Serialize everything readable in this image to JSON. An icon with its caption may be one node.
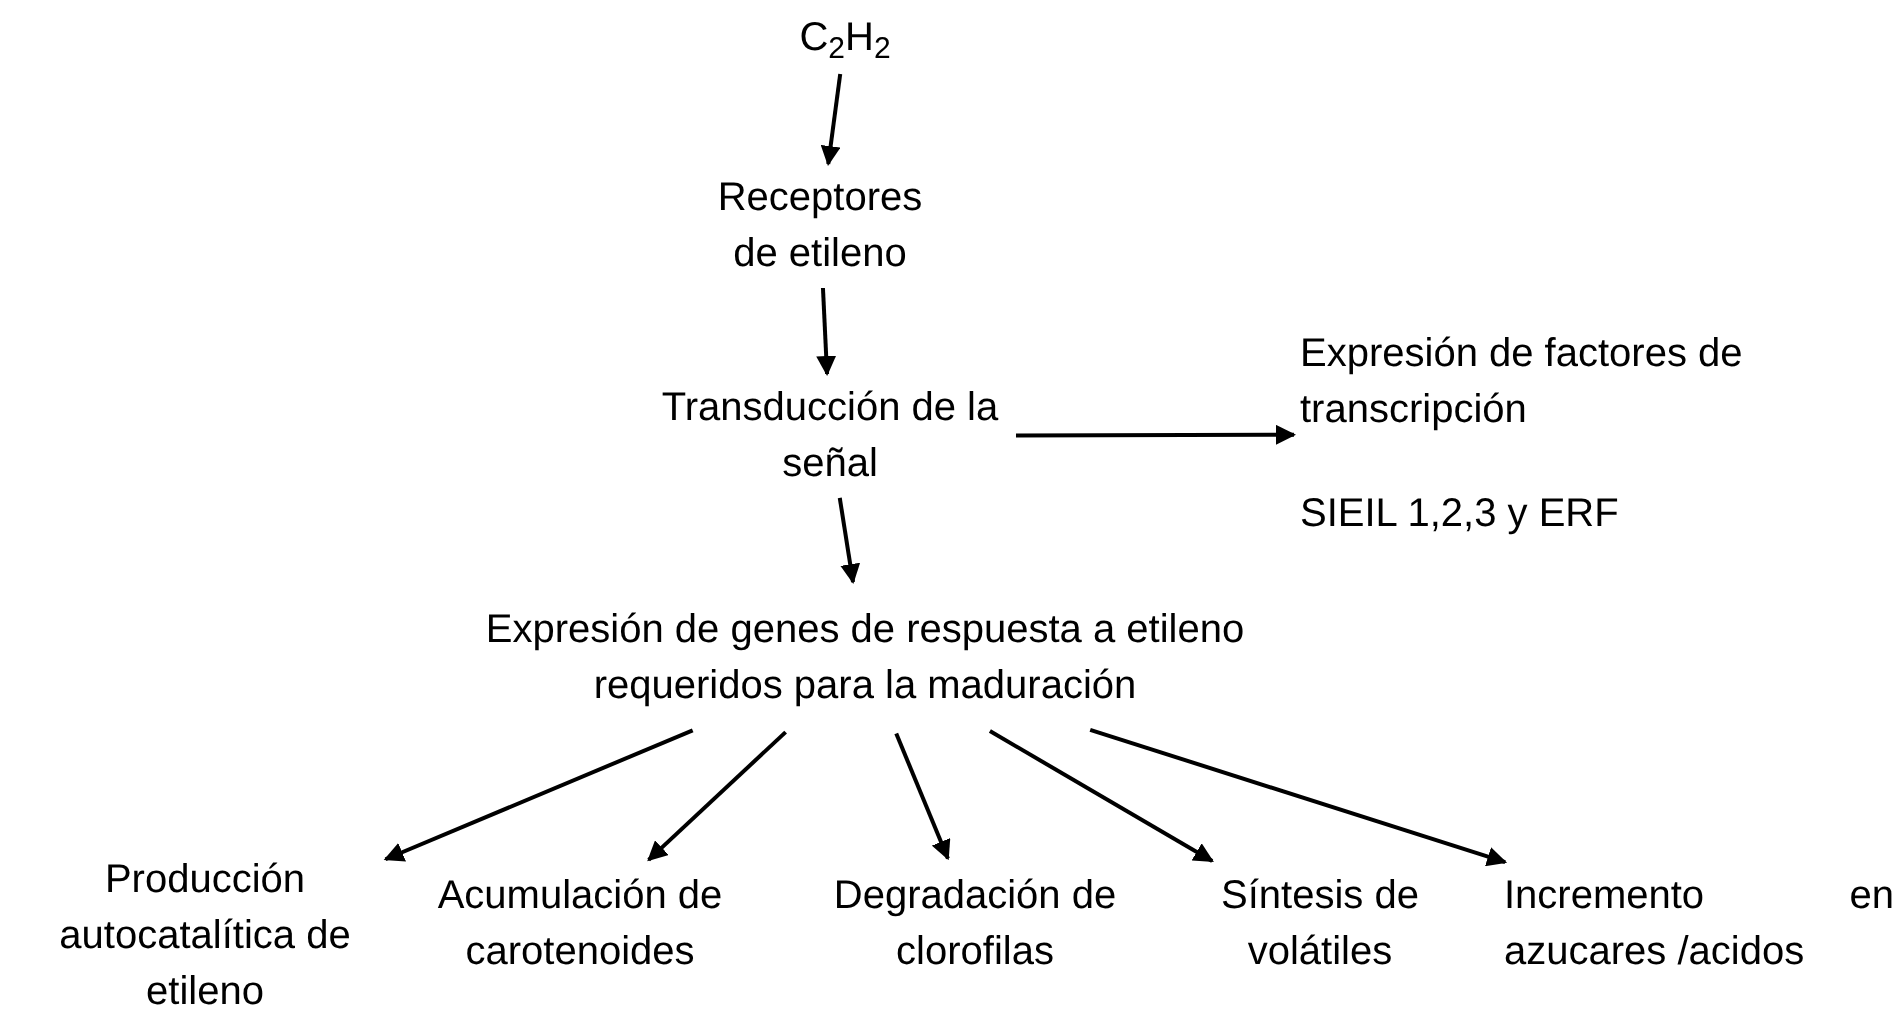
{
  "diagram": {
    "nodes": [
      {
        "text": [
          "C$_{2}$H$_{2}$"
        ]
      },
      {
        "text": [
          "Receptores de etileno"
        ]
      },
      {
        "text": [
          "Transducción de la señal"
        ]
      },
      {
        "text": [
          "Expresión de factores de transcripción",
          "SIEIL 1,2,3 y ERF"
        ]
      },
      {
        "text": [
          "Expresión de genes de respuesta a etileno requeridos para la maduración"
        ]
      },
      {
        "text": [
          "Producción autocatalítica de etileno"
        ]
      },
      {
        "text": [
          "Acumulación de carotenoides"
        ]
      },
      {
        "text": [
          "Degradación de clorofilas"
        ]
      },
      {
        "text": [
          "Síntesis de volátiles"
        ]
      },
      {
        "text": [
          "Incremento en azucares /acidos"
        ]
      }
    ],
    "edges": [
      {
        "from": 0,
        "to": 1,
        "arrow": "to"
      },
      {
        "from": 1,
        "to": 2,
        "arrow": "to"
      },
      {
        "from": 2,
        "to": 3,
        "arrow": "to"
      },
      {
        "from": 2,
        "to": 4,
        "arrow": "to"
      },
      {
        "from": 4,
        "to": 5,
        "arrow": "to"
      },
      {
        "from": 4,
        "to": 6,
        "arrow": "to"
      },
      {
        "from": 4,
        "to": 7,
        "arrow": "to"
      },
      {
        "from": 4,
        "to": 8,
        "arrow": "to"
      },
      {
        "from": 4,
        "to": 9,
        "arrow": "to"
      }
    ]
  }
}
